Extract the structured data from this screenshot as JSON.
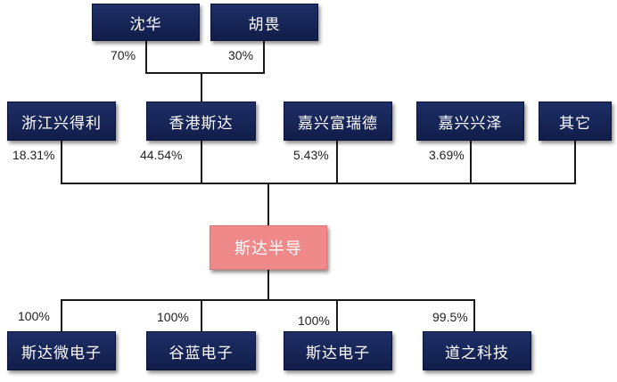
{
  "nodes": {
    "shen_hua": "沈华",
    "hu_gen": "胡畏",
    "zhejiang_xingdeli": "浙江兴得利",
    "hk_sida": "香港斯达",
    "jiaxing_furuide": "嘉兴富瑞德",
    "jiaxing_xingze": "嘉兴兴泽",
    "others": "其它",
    "sida_semi": "斯达半导",
    "sida_wei": "斯达微电子",
    "gulan": "谷蓝电子",
    "sida_elec": "斯达电子",
    "daozhi": "道之科技"
  },
  "percentages": {
    "shen_hua": "70%",
    "hu_gen": "30%",
    "zhejiang_xingdeli": "18.31%",
    "hk_sida": "44.54%",
    "jiaxing_furuide": "5.43%",
    "jiaxing_xingze": "3.69%",
    "sida_wei": "100%",
    "gulan": "100%",
    "sida_elec": "100%",
    "daozhi": "99.5%"
  },
  "colors": {
    "box_navy": "#172457",
    "box_pink": "#f08a8a",
    "line": "#1a1a1a"
  }
}
